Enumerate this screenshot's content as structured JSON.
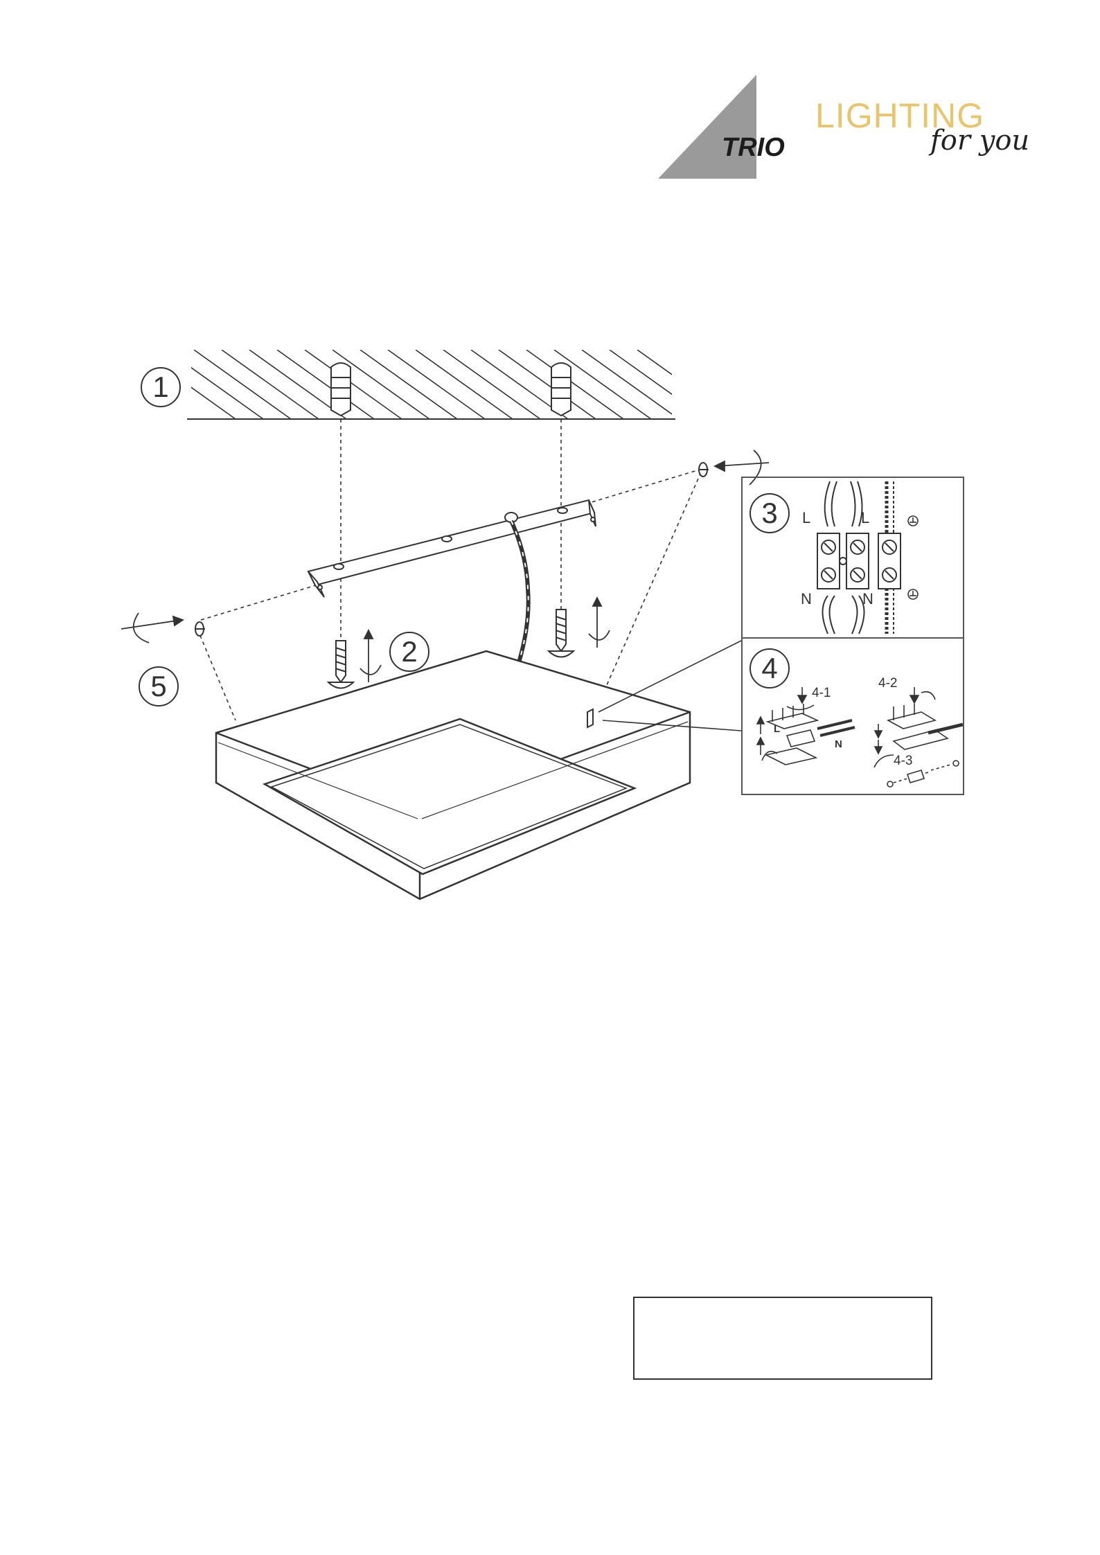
{
  "logo": {
    "brand": "TRIO",
    "tagline_main": "LIGHTING",
    "tagline_sub": "for you",
    "colors": {
      "triangle": "#9a9a9a",
      "lighting_text": "#e9c46a",
      "brand_text": "#1c1c1c"
    }
  },
  "steps": [
    {
      "number": "1"
    },
    {
      "number": "2"
    },
    {
      "number": "3"
    },
    {
      "number": "4"
    },
    {
      "number": "5"
    }
  ],
  "wiring": {
    "live_left": "L",
    "live_right": "L",
    "neutral_left": "N",
    "neutral_right": "N",
    "earth_icon": "earth-ground-icon"
  },
  "substeps": {
    "s1": "4-1",
    "s2": "4-2",
    "s3": "4-3",
    "wire_l": "L",
    "wire_n": "N"
  },
  "colors": {
    "line": "#333333",
    "background": "#ffffff"
  }
}
